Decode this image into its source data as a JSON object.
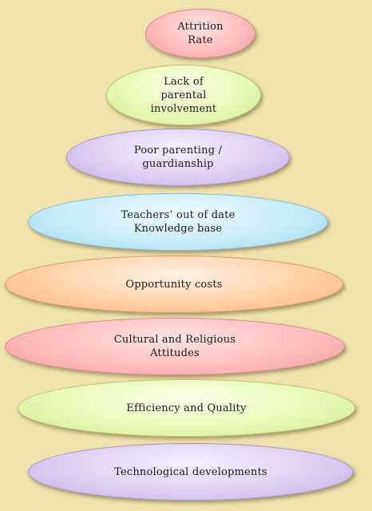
{
  "diagram": {
    "layers": [
      {
        "lines": [
          "Attrition",
          "Rate"
        ],
        "color": "pink"
      },
      {
        "lines": [
          "Lack of",
          "parental",
          "involvement"
        ],
        "color": "green"
      },
      {
        "lines": [
          "Poor parenting /",
          "guardianship"
        ],
        "color": "purple"
      },
      {
        "lines": [
          "Teachers’ out of date",
          "Knowledge base"
        ],
        "color": "blue"
      },
      {
        "lines": [
          "Opportunity costs"
        ],
        "color": "orange"
      },
      {
        "lines": [
          "Cultural and Religious",
          "Attitudes"
        ],
        "color": "pink"
      },
      {
        "lines": [
          "Efficiency and Quality"
        ],
        "color": "green"
      },
      {
        "lines": [
          "Technological developments"
        ],
        "color": "purple"
      }
    ]
  },
  "colors": {
    "background": "#efe2ae",
    "pink": "#ffbdbd",
    "green": "#eaf8b9",
    "purple": "#ddd0f4",
    "blue": "#c7ecfa",
    "orange": "#ffd1a8"
  }
}
